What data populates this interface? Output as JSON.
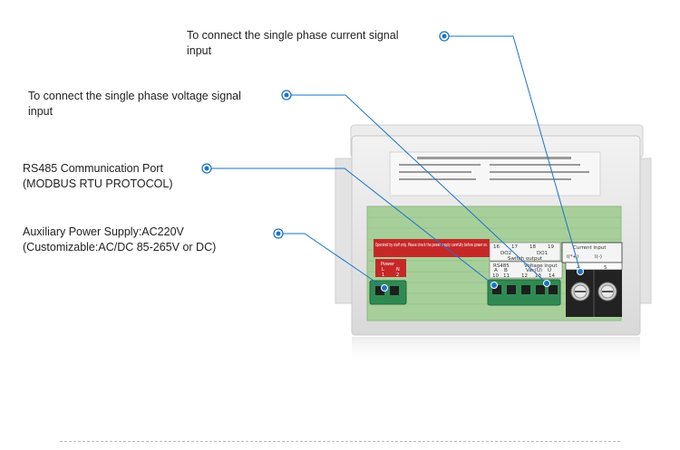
{
  "annotations": {
    "current": {
      "line1": "To connect the single phase current signal",
      "line2": "input"
    },
    "voltage": {
      "line1": "To connect the single phase voltage signal",
      "line2": "input"
    },
    "rs485": {
      "line1": "RS485 Communication Port",
      "line2": "(MODBUS RTU PROTOCOL)"
    },
    "power": {
      "line1": "Auxiliary Power Supply:AC220V",
      "line2": "(Customizable:AC/DC 85-265V or DC)"
    }
  },
  "device": {
    "warning_text": "Operated by staff only. Please check the power supply carefully before power on.",
    "power_block": {
      "title": "Power",
      "l": "L",
      "n": "N",
      "pin1": "1",
      "pin2": "2"
    },
    "relay_header": [
      "16",
      "17",
      "18",
      "19"
    ],
    "relay_labels": [
      "DO2",
      "DO1"
    ],
    "switch_output": "Switch output",
    "rs485_block": {
      "title": "RS485",
      "a": "A",
      "b": "B",
      "pins": [
        "10",
        "11"
      ]
    },
    "voltage_block": {
      "title": "Voltage input",
      "vac": "Vac(U)",
      "u": "U",
      "pins": [
        "12",
        "13",
        "14"
      ]
    },
    "current_block": {
      "title": "Current input",
      "plus": "I(*+)",
      "minus": "I(-)",
      "pins": [
        "4",
        "5"
      ]
    }
  },
  "colors": {
    "accent": "#1a73c9",
    "board": "#a7cf9a",
    "terminal": "#2f8a52",
    "warning": "#c62828"
  }
}
